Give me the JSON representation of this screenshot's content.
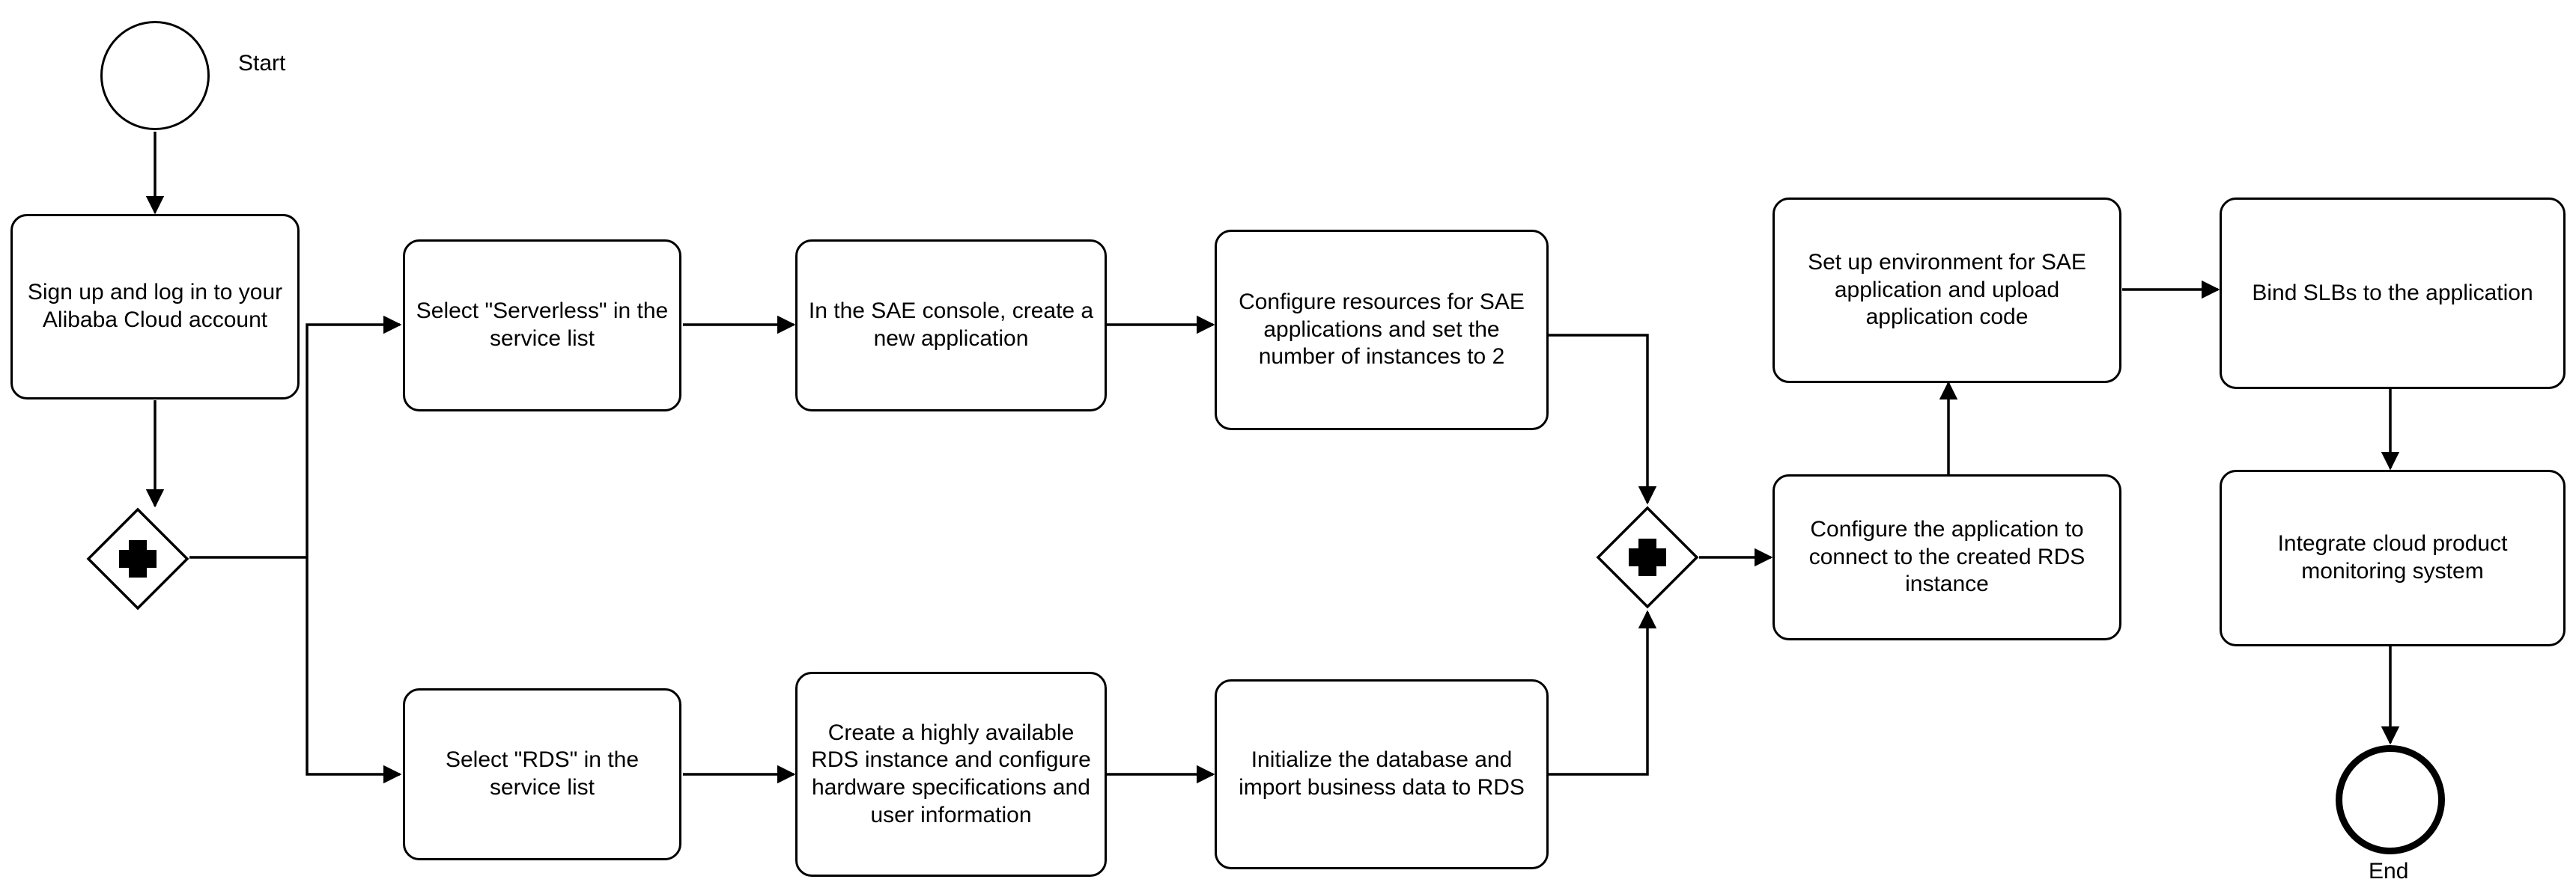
{
  "diagram": {
    "title": "Alibaba Cloud SAE + RDS deployment flowchart",
    "type": "bpmn-flowchart",
    "background_color": "#ffffff",
    "stroke_color": "#000000",
    "text_color": "#000000"
  },
  "events": {
    "start": {
      "label": "Start",
      "shape": "circle"
    },
    "end": {
      "label": "End",
      "shape": "circle-thick"
    }
  },
  "gateways": [
    {
      "id": "split",
      "kind": "parallel",
      "glyph": "plus"
    },
    {
      "id": "join",
      "kind": "parallel",
      "glyph": "plus"
    }
  ],
  "tasks": [
    {
      "id": "signup",
      "label": "Sign up and log in to your Alibaba Cloud account"
    },
    {
      "id": "serverless",
      "label": "Select \"Serverless\" in the service list"
    },
    {
      "id": "saeconsole",
      "label": "In the SAE console, create a new application"
    },
    {
      "id": "resources",
      "label": "Configure resources for SAE applications and set the number of instances to 2"
    },
    {
      "id": "rdslist",
      "label": "Select \"RDS\" in the service list"
    },
    {
      "id": "rdscreate",
      "label": "Create a highly available RDS instance and configure hardware specifications and user information"
    },
    {
      "id": "rdsinit",
      "label": "Initialize the database and import business data to RDS"
    },
    {
      "id": "connect",
      "label": "Configure the application to connect to the created RDS instance"
    },
    {
      "id": "setupenv",
      "label": "Set up environment for SAE application and upload application code"
    },
    {
      "id": "bindslb",
      "label": "Bind SLBs to the application"
    },
    {
      "id": "monitor",
      "label": "Integrate cloud product monitoring system"
    }
  ],
  "flows": [
    {
      "from": "start",
      "to": "signup"
    },
    {
      "from": "signup",
      "to": "split"
    },
    {
      "from": "split",
      "to": "serverless"
    },
    {
      "from": "split",
      "to": "rdslist"
    },
    {
      "from": "serverless",
      "to": "saeconsole"
    },
    {
      "from": "saeconsole",
      "to": "resources"
    },
    {
      "from": "resources",
      "to": "join"
    },
    {
      "from": "rdslist",
      "to": "rdscreate"
    },
    {
      "from": "rdscreate",
      "to": "rdsinit"
    },
    {
      "from": "rdsinit",
      "to": "join"
    },
    {
      "from": "join",
      "to": "connect"
    },
    {
      "from": "connect",
      "to": "setupenv"
    },
    {
      "from": "setupenv",
      "to": "bindslb"
    },
    {
      "from": "bindslb",
      "to": "monitor"
    },
    {
      "from": "monitor",
      "to": "end"
    }
  ]
}
